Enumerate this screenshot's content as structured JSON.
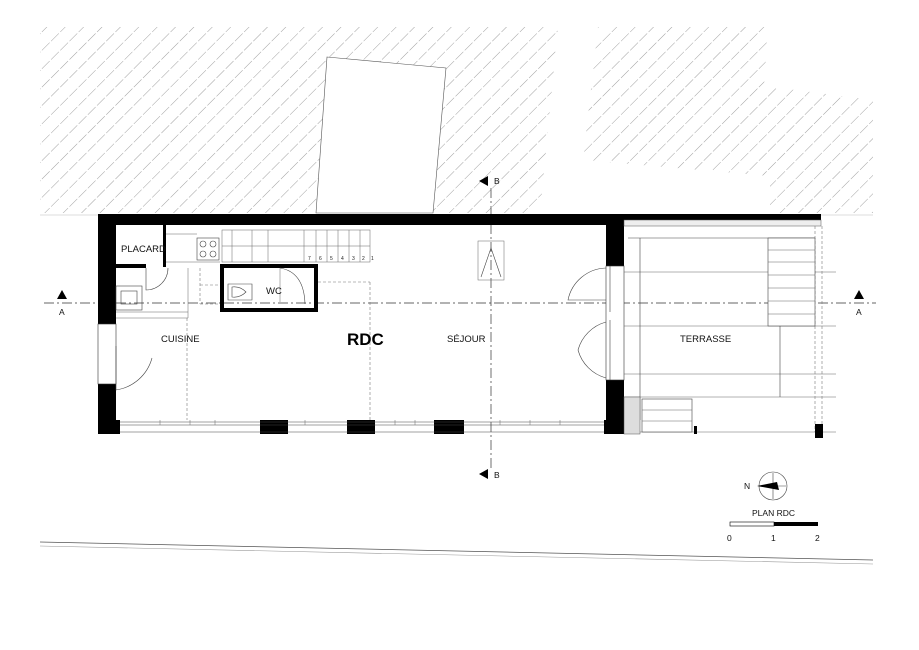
{
  "rooms": {
    "placard": "PLACARD",
    "wc": "WC",
    "cuisine": "CUISINE",
    "sejour": "SÉJOUR",
    "terrasse": "TERRASSE"
  },
  "level_label": "RDC",
  "section_marks": {
    "a_left": "A",
    "a_right": "A",
    "b_top": "B",
    "b_bottom": "B"
  },
  "stair_steps": [
    "7",
    "6",
    "5",
    "4",
    "3",
    "2",
    "1"
  ],
  "north": {
    "label": "N"
  },
  "scale": {
    "title": "PLAN RDC",
    "ticks": [
      "0",
      "1",
      "2"
    ]
  }
}
